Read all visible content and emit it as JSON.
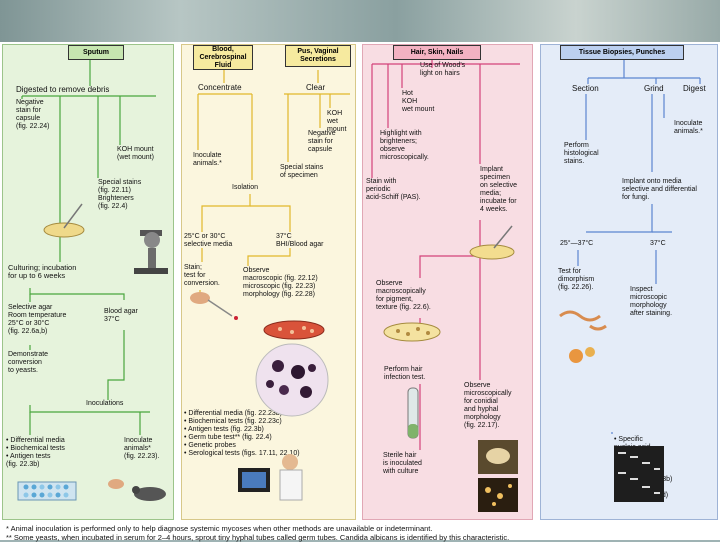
{
  "columns": [
    {
      "header": "Sputum",
      "items": {
        "digest": "Digested to remove debris",
        "neg_stain": "Negative\nstain for\ncapsule\n(fig. 22.24)",
        "koh": "KOH mount\n(wet mount)",
        "special_stains": "Special stains\n(fig. 22.11)\nBrighteners\n(fig. 22.4)",
        "culturing": "Culturing; incubation\nfor up to 6 weeks",
        "selective": "Selective agar\nRoom temperature\n25°C or 30°C\n(fig. 22.6a,b)",
        "blood_agar": "Blood agar\n37°C",
        "demonstrate": "Demonstrate\nconversion\nto yeasts.",
        "inoculations": "Inoculations",
        "tests": "• Differential media\n• Biochemical tests\n• Antigen tests\n(fig. 22.3b)",
        "inoculate": "Inoculate\nanimals*\n(fig. 22.23)."
      }
    },
    {
      "header": "Blood,\nCerebrospinal\nFluid",
      "header2": "Pus, Vaginal\nSecretions",
      "items": {
        "concentrate": "Concentrate",
        "clear": "Clear",
        "koh": "KOH\nwet\nmount",
        "neg_stain": "Negative\nstain for\ncapsule",
        "inoculate": "Inoculate\nanimals.*",
        "special": "Special stains\nof specimen",
        "isolation": "Isolation",
        "selective": "25°C or 30°C\nselective media",
        "bhi": "37°C\nBHI/Blood agar",
        "stain": "Stain;\ntest for\nconversion.",
        "observe": "Observe\nmacroscopic (fig. 22.12)\nmicroscopic (fig. 22.23)\nmorphology (fig. 22.28)",
        "tests": "• Differential media (fig. 22.23b)\n• Biochemical tests (fig. 22.23c)\n• Antigen tests (fig. 22.3b)\n• Germ tube test** (fig. 22.4)\n• Genetic probes\n• Serological tests (figs. 17.11, 22.10)"
      }
    },
    {
      "header": "Hair, Skin, Nails",
      "items": {
        "woods": "Use of Wood's\nlight on hairs",
        "hot_koh": "Hot\nKOH\nwet mount",
        "highlight": "Highlight with\nbrighteners;\nobserve\nmicroscopically.",
        "stain_pas": "Stain with\nperiodic\nacid-Schiff (PAS).",
        "implant": "Implant\nspecimen\non selective\nmedia;\nincubate for\n4 weeks.",
        "observe_macro": "Observe\nmacroscopically\nfor pigment,\ntexture (fig. 22.6).",
        "hair_test": "Perform hair\ninfection test.",
        "observe_micro": "Observe\nmicroscopically\nfor conidial\nand hyphal\nmorphology\n(fig. 22.17).",
        "sterile": "Sterile hair\nis inoculated\nwith culture"
      }
    },
    {
      "header": "Tissue Biopsies, Punches",
      "items": {
        "section": "Section",
        "grind": "Grind",
        "digest": "Digest",
        "inoculate": "Inoculate\nanimals.*",
        "histo": "Perform\nhistological\nstains.",
        "implant": "Implant onto media\nselective and differential\nfor fungi.",
        "t25": "25°—37°C",
        "t37": "37°C",
        "dimorphism": "Test for\ndimorphism\n(fig. 22.26).",
        "inspect": "Inspect\nmicroscopic\nmorphology\nafter staining.",
        "tests": "• Specific\nnucleic acid\nprobe\n• Selective,\ndifferential\nmedia (fig. 22.23b)\n• Biochemical\ntests (fig. 22.23d)"
      }
    }
  ],
  "footnotes": {
    "one": "* Animal inoculation is performed only to help diagnose systemic mycoses when other methods are unavailable or indeterminant.",
    "two": "** Some yeasts, when incubated in serum for 2–4 hours, sprout tiny hyphal tubes called germ tubes. Candida albicans is identified by this characteristic."
  },
  "colors": {
    "sputum": "#4aa63e",
    "blood": "#e1b82a",
    "hair": "#d3427a",
    "tissue": "#5b85d0"
  }
}
